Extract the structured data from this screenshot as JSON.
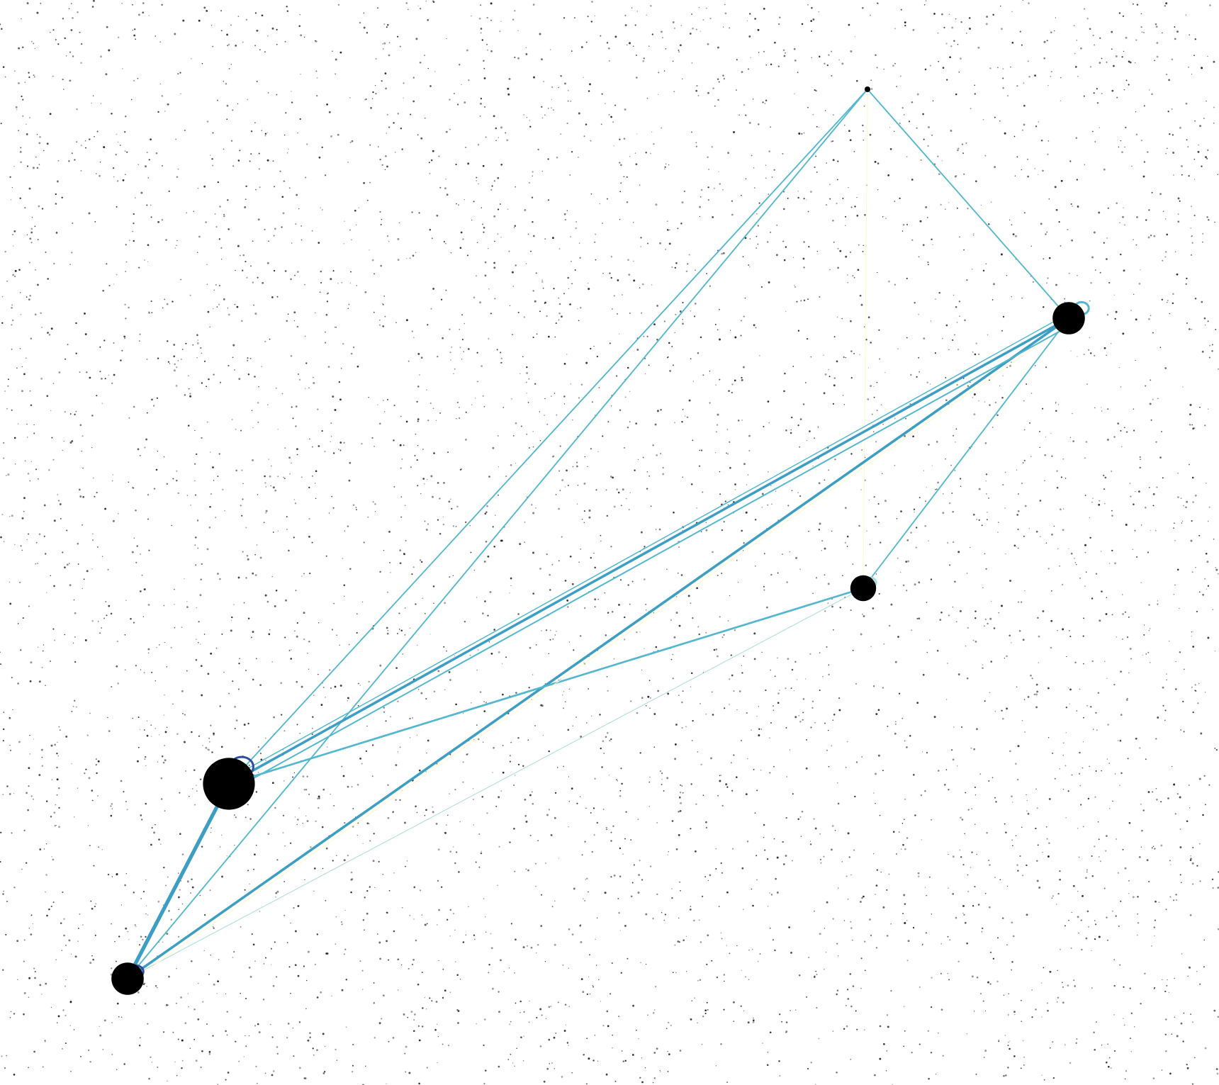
{
  "graph": {
    "background": "#ffffff",
    "node_color": "#000000",
    "speckle_color": "#111111",
    "edge_palette": {
      "light_yellow": "#fdf9c8",
      "pale_teal": "#a7dcd9",
      "mid_teal": "#52b7cf",
      "steel_blue": "#3d9ec4",
      "dark_blue": "#2b4ea3"
    },
    "nodes": [
      {
        "id": "n_top",
        "size": 1
      },
      {
        "id": "n_right",
        "size": 3
      },
      {
        "id": "n_center",
        "size": 2
      },
      {
        "id": "n_left",
        "size": 6
      },
      {
        "id": "n_bottom",
        "size": 3
      }
    ],
    "edges": [
      {
        "source": "n_top",
        "target": "n_right",
        "weight": 2,
        "color": "#52b7cf"
      },
      {
        "source": "n_top",
        "target": "n_left",
        "weight": 2,
        "color": "#52b7cf"
      },
      {
        "source": "n_top",
        "target": "n_bottom",
        "weight": 2,
        "color": "#52b7cf"
      },
      {
        "source": "n_top",
        "target": "n_center",
        "weight": 1,
        "color": "#fdf9c8"
      },
      {
        "source": "n_right",
        "target": "n_left",
        "weight": 4,
        "color": "#3d9ec4"
      },
      {
        "source": "n_right",
        "target": "n_bottom",
        "weight": 4,
        "color": "#3d9ec4"
      },
      {
        "source": "n_right",
        "target": "n_center",
        "weight": 2,
        "color": "#52b7cf"
      },
      {
        "source": "n_center",
        "target": "n_left",
        "weight": 3,
        "color": "#52b7cf"
      },
      {
        "source": "n_center",
        "target": "n_bottom",
        "weight": 1,
        "color": "#a7dcd9"
      },
      {
        "source": "n_left",
        "target": "n_bottom",
        "weight": 6,
        "color": "#3d9ec4"
      },
      {
        "source": "n_bottom",
        "target": "n_right",
        "weight": 1,
        "color": "#fdf9c8"
      }
    ],
    "self_loops": [
      {
        "node": "n_right",
        "color": "#52b7cf"
      },
      {
        "node": "n_center",
        "color": "#a7dcd9"
      },
      {
        "node": "n_left",
        "color": "#2b4ea3"
      },
      {
        "node": "n_bottom",
        "color": "#2b4ea3"
      }
    ]
  }
}
